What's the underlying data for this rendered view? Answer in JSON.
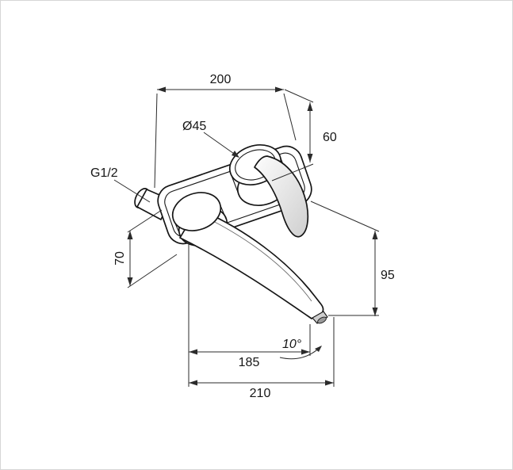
{
  "labels": {
    "dim_200": "200",
    "dim_60": "60",
    "dia_45": "Ø45",
    "thread": "G1/2",
    "dim_70": "70",
    "dim_95": "95",
    "dim_185": "185",
    "dim_210": "210",
    "angle": "10°"
  },
  "colors": {
    "background": "#ffffff",
    "frame_border": "#d6d6d6",
    "outline": "#161616",
    "dimension_line": "#2b2b2b",
    "shade_light": "#d2d2d2",
    "shade_dark": "#9a9a9a"
  }
}
